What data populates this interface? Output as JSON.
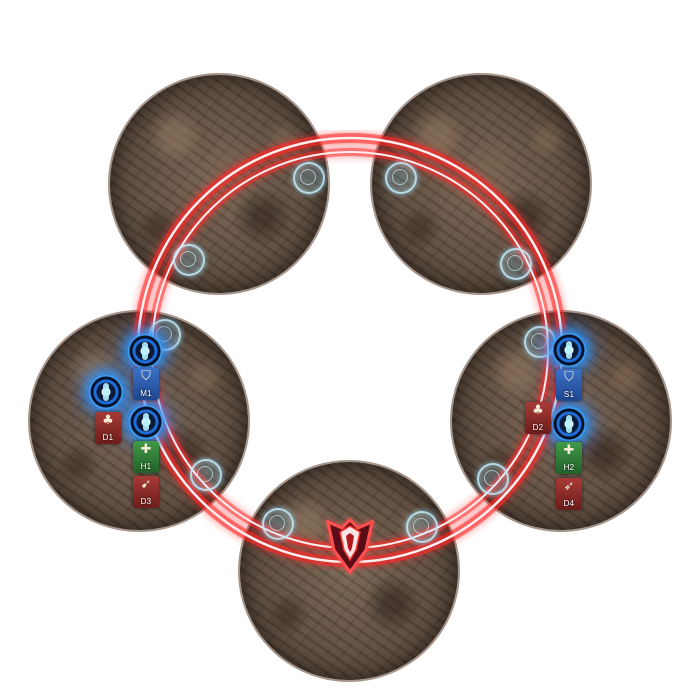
{
  "colors": {
    "ring": "#ff2a2a",
    "ring_core": "#fff0f0",
    "tank": "#2f63b8",
    "healer": "#2f8a3a",
    "dps": "#8e2a26",
    "orb_glow": "#2d8cff",
    "marker": "#bfefff"
  },
  "icons": {
    "tank": "shield-icon",
    "healer": "cross-icon",
    "dps": "sword-icon",
    "boss": "shield-emblem-icon",
    "marker": "waymark-circle-icon",
    "orb": "blue-orb-icon"
  },
  "tokens": {
    "m1": {
      "label": "M1",
      "role": "tank",
      "symbol": "⛉"
    },
    "s1": {
      "label": "S1",
      "role": "tank",
      "symbol": "⛉"
    },
    "h1": {
      "label": "H1",
      "role": "healer",
      "symbol": "✚"
    },
    "h2": {
      "label": "H2",
      "role": "healer",
      "symbol": "✚"
    },
    "d1": {
      "label": "D1",
      "role": "dps",
      "symbol": "♣"
    },
    "d2": {
      "label": "D2",
      "role": "dps",
      "symbol": "♣"
    },
    "d3": {
      "label": "D3",
      "role": "dps",
      "symbol": "➹"
    },
    "d4": {
      "label": "D4",
      "role": "dps",
      "symbol": "➶"
    }
  }
}
